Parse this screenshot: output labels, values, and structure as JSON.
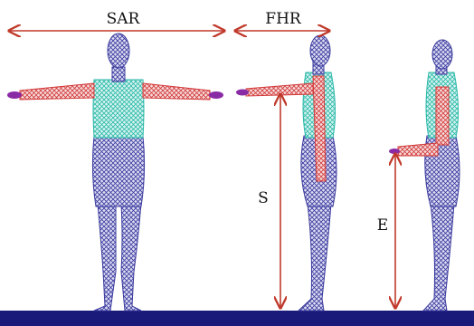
{
  "labels": {
    "sar": "SAR",
    "fhr": "FHR",
    "s": "S",
    "e": "E"
  },
  "colors": {
    "arrow": "#c0392b",
    "head_legs": "#3a3a9e",
    "torso": "#2ab8a8",
    "arms": "#d23a3a",
    "hands": "#8a2ba6",
    "ground": "#1a1a7a"
  }
}
